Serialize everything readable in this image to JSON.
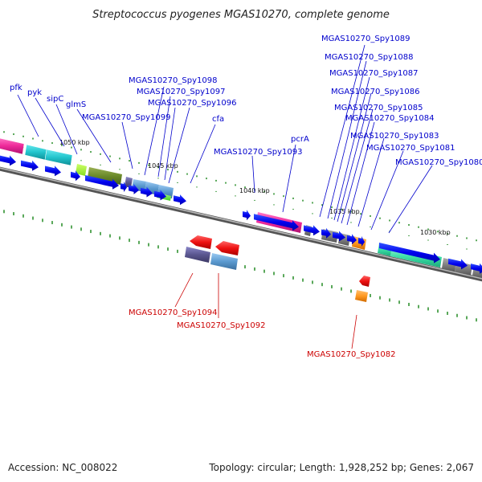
{
  "title": "Streptococcus pyogenes MGAS10270, complete genome",
  "footer": {
    "accession": "Accession: NC_008022",
    "stats": "Topology: circular; Length: 1,928,252 bp; Genes: 2,067"
  },
  "colors": {
    "forward_label": "#0000cc",
    "reverse_label": "#cc0000",
    "cds_arrow": "#0000ee",
    "backbone": "#888888",
    "tick": "#228b22"
  },
  "ruler_labels": [
    "1050 kbp",
    "1045 kbp",
    "1040 kbp",
    "1035 kbp",
    "1030 kbp"
  ],
  "forward_labels": [
    "pfk",
    "pyk",
    "sipC",
    "glmS",
    "MGAS10270_Spy1099",
    "MGAS10270_Spy1098",
    "MGAS10270_Spy1097",
    "MGAS10270_Spy1096",
    "cfa",
    "MGAS10270_Spy1093",
    "pcrA",
    "MGAS10270_Spy1089",
    "MGAS10270_Spy1088",
    "MGAS10270_Spy1087",
    "MGAS10270_Spy1086",
    "MGAS10270_Spy1085",
    "MGAS10270_Spy1084",
    "MGAS10270_Spy1083",
    "MGAS10270_Spy1081",
    "MGAS10270_Spy1080"
  ],
  "reverse_labels": [
    "MGAS10270_Spy1094",
    "MGAS10270_Spy1092",
    "MGAS10270_Spy1082"
  ]
}
